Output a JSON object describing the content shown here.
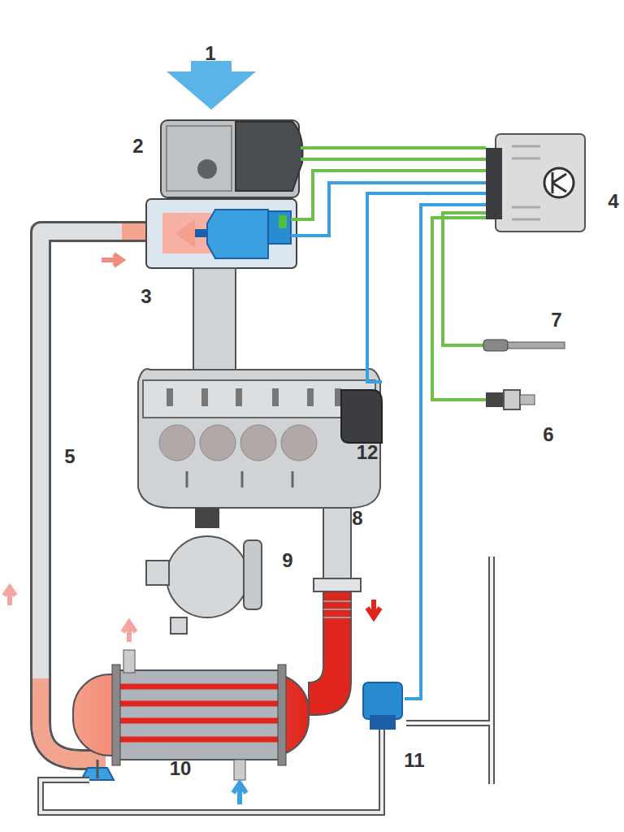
{
  "diagram": {
    "labels": [
      "1",
      "2",
      "4",
      "3",
      "7",
      "12",
      "6",
      "5",
      "8",
      "9",
      "10",
      "11"
    ]
  }
}
